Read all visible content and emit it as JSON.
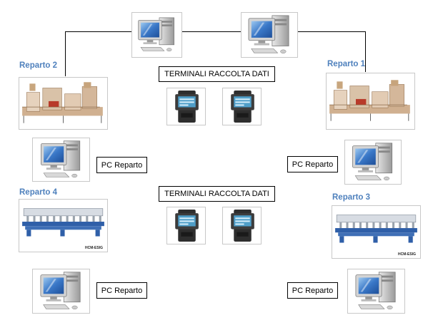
{
  "departments": {
    "reparto2": "Reparto 2",
    "reparto1": "Reparto 1",
    "reparto4": "Reparto 4",
    "reparto3": "Reparto 3"
  },
  "terminals_label_top": "TERMINALI RACCOLTA DATI",
  "terminals_label_bottom": "TERMINALI RACCOLTA DATI",
  "pc_labels": {
    "left_top": "PC Reparto",
    "right_top": "PC Reparto",
    "left_bottom": "PC Reparto",
    "right_bottom": "PC Reparto"
  },
  "machine_caption": {
    "reparto4": "HCM-ESIG",
    "reparto3": "HCM-ESIG"
  },
  "colors": {
    "department_text": "#4f81bd",
    "connector": "#000000",
    "monitor_screen": "#3a78c8"
  },
  "icons": {
    "computer": "desktop-computer-icon",
    "terminal": "data-collection-terminal-icon",
    "factory_machine": "production-line-icon",
    "embroidery_machine": "embroidery-machine-icon"
  }
}
